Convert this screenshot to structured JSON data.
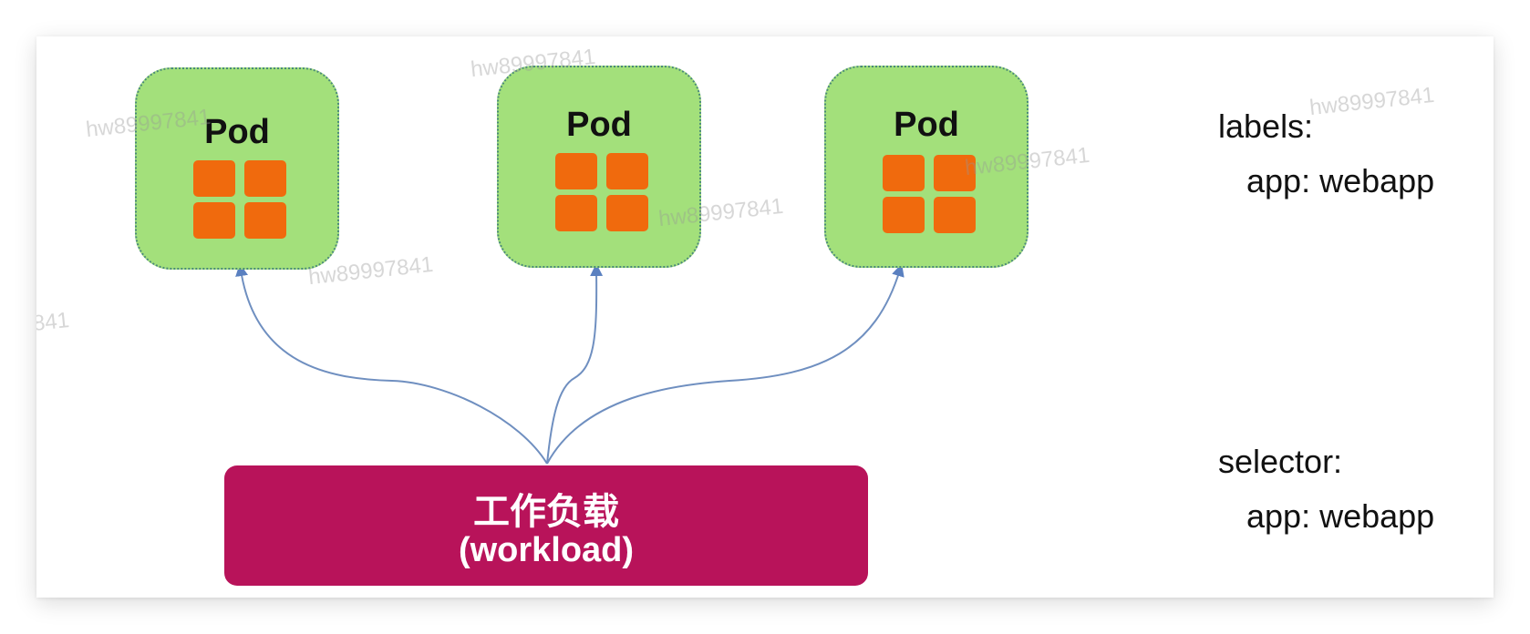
{
  "pods": [
    {
      "title": "Pod"
    },
    {
      "title": "Pod"
    },
    {
      "title": "Pod"
    }
  ],
  "workload": {
    "title": "工作负载",
    "subtitle": "(workload)"
  },
  "labels": {
    "heading": "labels:",
    "value": "app: webapp"
  },
  "selector": {
    "heading": "selector:",
    "value": "app: webapp"
  },
  "watermark": {
    "text": "hw89997841",
    "partial": "841"
  },
  "colors": {
    "pod_fill": "#a3e07b",
    "pod_border": "#4a8a7a",
    "container_fill": "#f06a0d",
    "workload_fill": "#b8135a",
    "arrow": "#6f8fc0"
  }
}
